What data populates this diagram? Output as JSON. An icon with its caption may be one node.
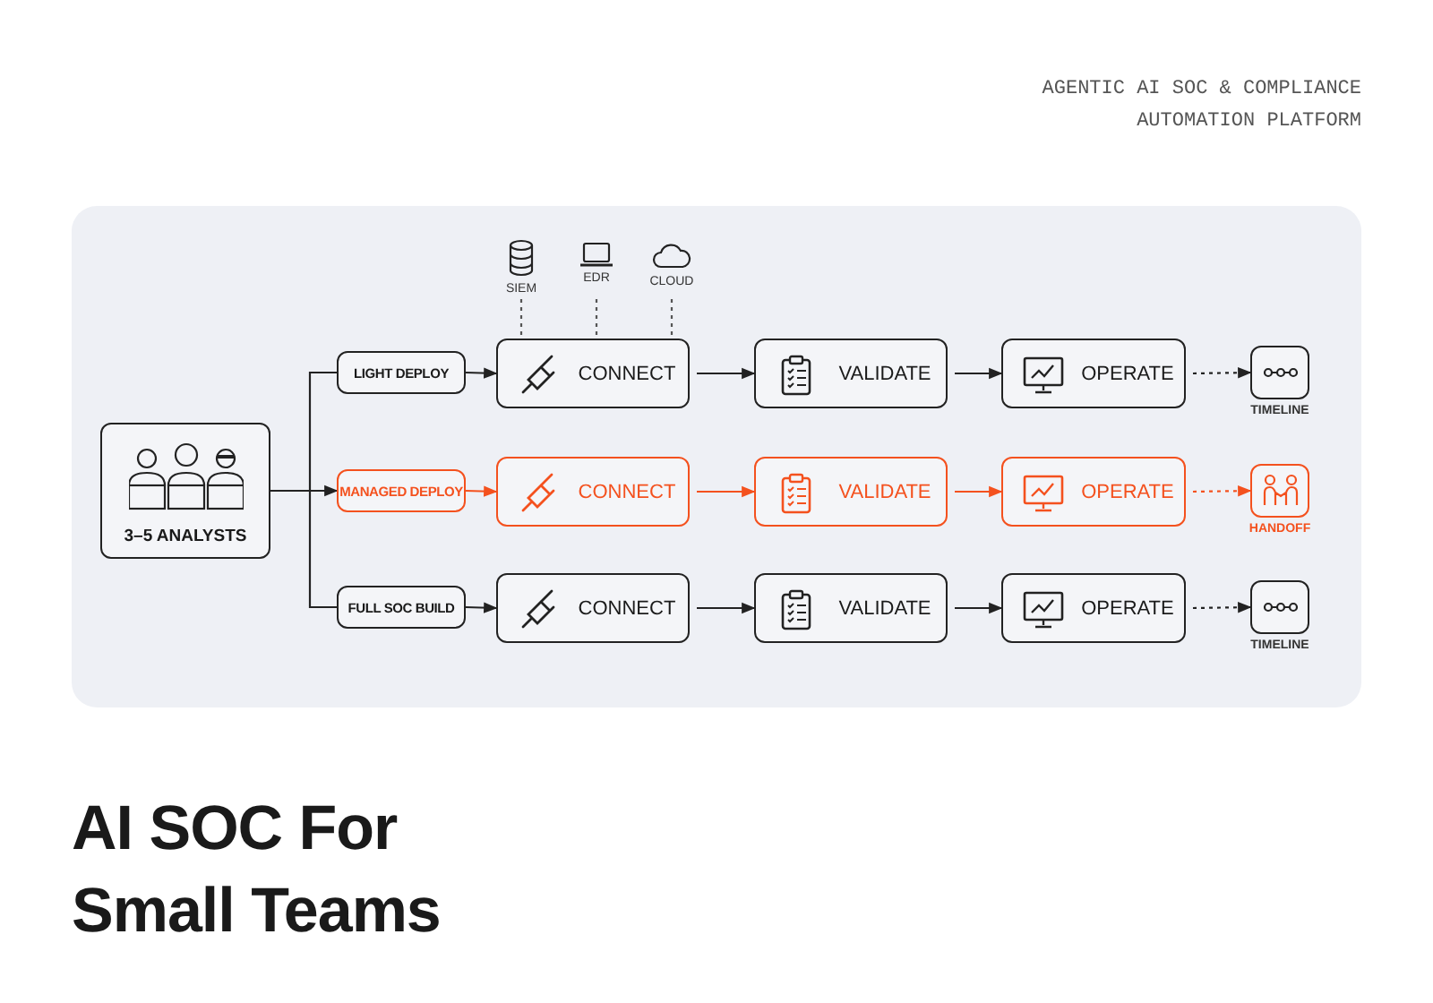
{
  "diagram": {
    "title": "AI SOC For Small Teams",
    "nodes": [
      {
        "text": [
          "3–5 ANALYSTS"
        ]
      },
      {
        "text": [
          "LIGHT DEPLOY"
        ]
      },
      {
        "text": [
          "MANAGED DEPLOY"
        ]
      },
      {
        "text": [
          "FULL SOC BUILD"
        ]
      },
      {
        "text": [
          "CONNECT"
        ]
      },
      {
        "text": [
          "VALIDATE"
        ]
      },
      {
        "text": [
          "OPERATE"
        ]
      },
      {
        "text": [],
        "shape": "box",
        "beside": [
          "TIMELINE"
        ]
      },
      {
        "text": [
          "CONNECT"
        ]
      },
      {
        "text": [
          "VALIDATE"
        ]
      },
      {
        "text": [
          "OPERATE"
        ]
      },
      {
        "text": [],
        "shape": "box",
        "beside": [
          "HANDOFF"
        ]
      },
      {
        "text": [
          "CONNECT"
        ]
      },
      {
        "text": [
          "VALIDATE"
        ]
      },
      {
        "text": [
          "OPERATE"
        ]
      },
      {
        "text": [],
        "shape": "box",
        "beside": [
          "TIMELINE"
        ]
      },
      {
        "text": [
          "SIEM"
        ]
      },
      {
        "text": [
          "EDR"
        ]
      },
      {
        "text": [
          "CLOUD"
        ]
      }
    ],
    "edges": [
      {
        "from": 0,
        "to": 1,
        "arrow": "none"
      },
      {
        "from": 0,
        "to": 2,
        "arrow": "to"
      },
      {
        "from": 0,
        "to": 3,
        "arrow": "none"
      },
      {
        "from": 1,
        "to": 4,
        "arrow": "to"
      },
      {
        "from": 4,
        "to": 5,
        "arrow": "to"
      },
      {
        "from": 5,
        "to": 6,
        "arrow": "to"
      },
      {
        "from": 6,
        "to": 7,
        "arrow": "to",
        "style": "dashed"
      },
      {
        "from": 2,
        "to": 8,
        "arrow": "to",
        "color": "#f4511e"
      },
      {
        "from": 8,
        "to": 9,
        "arrow": "to",
        "color": "#f4511e"
      },
      {
        "from": 9,
        "to": 10,
        "arrow": "to",
        "color": "#f4511e"
      },
      {
        "from": 10,
        "to": 11,
        "arrow": "to",
        "style": "dashed",
        "color": "#f4511e"
      },
      {
        "from": 3,
        "to": 12,
        "arrow": "to"
      },
      {
        "from": 12,
        "to": 13,
        "arrow": "to"
      },
      {
        "from": 13,
        "to": 14,
        "arrow": "to"
      },
      {
        "from": 14,
        "to": 15,
        "arrow": "to",
        "style": "dashed"
      },
      {
        "from": 16,
        "to": 4,
        "arrow": "none",
        "style": "dashed"
      },
      {
        "from": 17,
        "to": 4,
        "arrow": "none",
        "style": "dashed"
      },
      {
        "from": 18,
        "to": 4,
        "arrow": "none",
        "style": "dashed"
      }
    ],
    "labels": [
      "AGENTIC AI SOC & COMPLIANCE AUTOMATION PLATFORM"
    ]
  }
}
